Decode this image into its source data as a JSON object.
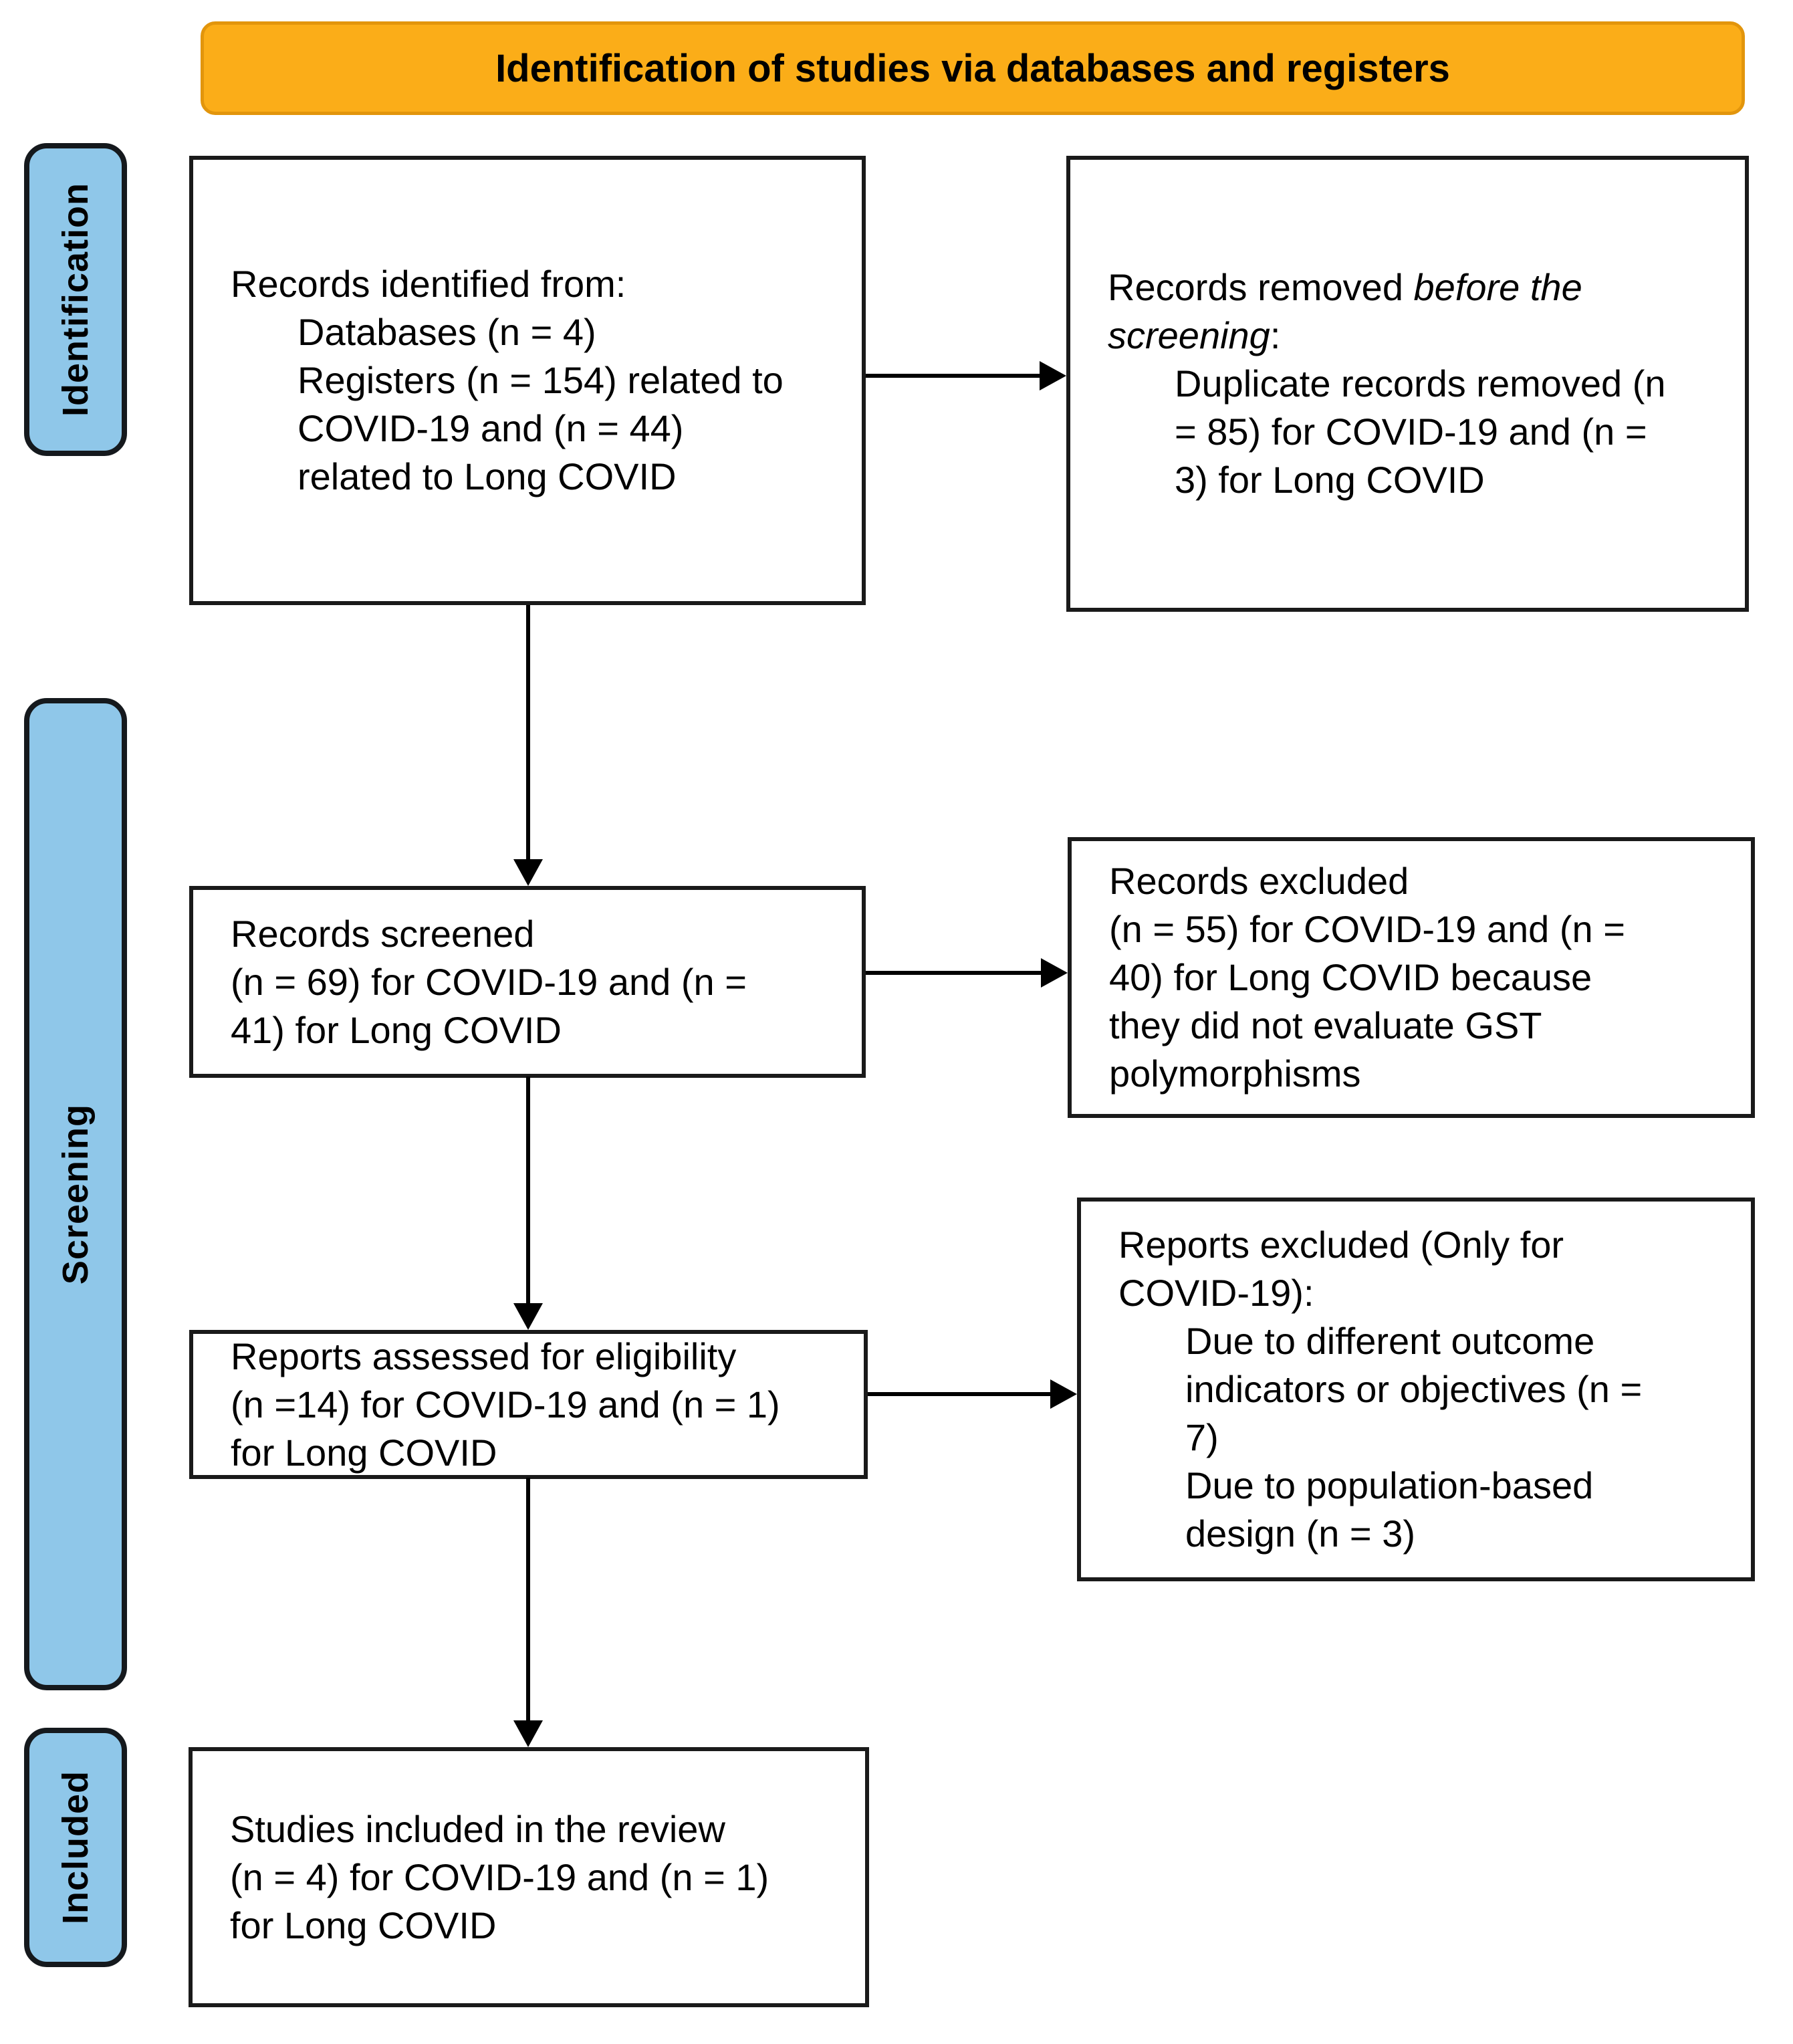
{
  "header": {
    "title": "Identification of studies via databases and registers"
  },
  "stages": [
    {
      "label": "Identification"
    },
    {
      "label": "Screening"
    },
    {
      "label": "Included"
    }
  ],
  "colors": {
    "banner_fill": "#FBAD18",
    "banner_border": "#E2950C",
    "stage_fill": "#8FC7E9",
    "box_border": "#1A1A1A",
    "arrow": "#000000"
  },
  "boxes": {
    "records_identified": {
      "lines": [
        {
          "text": "Records identified from:",
          "indent": 0
        },
        {
          "text": "Databases (n = 4)",
          "indent": 1
        },
        {
          "text": "Registers (n = 154) related to",
          "indent": 1
        },
        {
          "text": "COVID-19 and (n = 44)",
          "indent": 1
        },
        {
          "text": "related to Long COVID",
          "indent": 1
        }
      ]
    },
    "records_removed": {
      "lines": [
        {
          "indent": 0,
          "segments": [
            {
              "text": "Records removed ",
              "italic": false
            },
            {
              "text": "before the",
              "italic": true
            }
          ]
        },
        {
          "indent": 0,
          "segments": [
            {
              "text": "screening",
              "italic": true
            },
            {
              "text": ":",
              "italic": false
            }
          ]
        },
        {
          "text": "Duplicate records removed (n",
          "indent": 1
        },
        {
          "text": "= 85) for COVID-19 and (n =",
          "indent": 1
        },
        {
          "text": "3) for Long COVID",
          "indent": 1
        }
      ]
    },
    "records_screened": {
      "lines": [
        {
          "text": "Records screened",
          "indent": 0
        },
        {
          "text": "(n = 69) for COVID-19 and (n =",
          "indent": 0
        },
        {
          "text": "41) for Long COVID",
          "indent": 0
        }
      ]
    },
    "records_excluded": {
      "lines": [
        {
          "text": "Records excluded",
          "indent": 0
        },
        {
          "text": "(n = 55) for COVID-19 and (n =",
          "indent": 0
        },
        {
          "text": "40) for Long COVID because",
          "indent": 0
        },
        {
          "text": "they did not evaluate GST",
          "indent": 0
        },
        {
          "text": "polymorphisms",
          "indent": 0
        }
      ]
    },
    "reports_assessed": {
      "lines": [
        {
          "text": "Reports assessed for eligibility",
          "indent": 0
        },
        {
          "text": "(n =14) for COVID-19 and (n = 1)",
          "indent": 0
        },
        {
          "text": "for Long COVID",
          "indent": 0
        }
      ]
    },
    "reports_excluded": {
      "lines": [
        {
          "text": "Reports excluded (Only for",
          "indent": 0
        },
        {
          "text": "COVID-19):",
          "indent": 0
        },
        {
          "text": "Due to different outcome",
          "indent": 1
        },
        {
          "text": "indicators or objectives (n =",
          "indent": 1
        },
        {
          "text": "7)",
          "indent": 1
        },
        {
          "text": "Due to population-based",
          "indent": 1
        },
        {
          "text": "design (n = 3)",
          "indent": 1
        }
      ]
    },
    "studies_included": {
      "lines": [
        {
          "text": "Studies included in the review",
          "indent": 0
        },
        {
          "text": "(n = 4) for COVID-19 and (n = 1)",
          "indent": 0
        },
        {
          "text": "for Long COVID",
          "indent": 0
        }
      ]
    }
  }
}
